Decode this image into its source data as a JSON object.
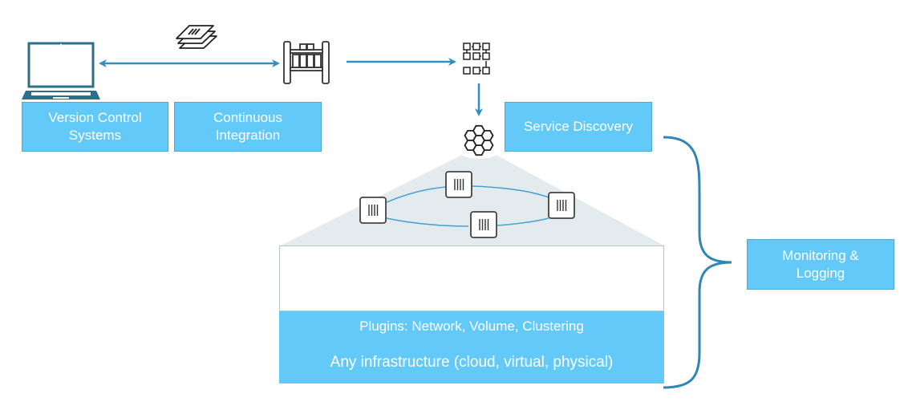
{
  "colors": {
    "box_fill": "#63c9f8",
    "box_border": "#4aa9d9",
    "arrow": "#2f8fc0",
    "brace": "#2f86b4",
    "icon_stroke": "#333333",
    "laptop": "#2d6e8e",
    "triangle_fill": "#e4ebef",
    "ring_line": "#4aa3cf"
  },
  "nodes": {
    "version_control": {
      "label": "Version Control\nSystems",
      "icon": "laptop-icon"
    },
    "continuous_integration": {
      "label": "Continuous\nIntegration",
      "icon": "shelf-rack-icon"
    },
    "service_discovery": {
      "label": "Service Discovery"
    },
    "monitoring_logging": {
      "label": "Monitoring &\nLogging"
    },
    "plugins": {
      "label": "Plugins:  Network, Volume, Clustering"
    },
    "infrastructure": {
      "label": "Any infrastructure (cloud, virtual, physical)"
    }
  },
  "icons": {
    "documents": "documents-stack-icon",
    "registry": "network-grid-icon",
    "orchestrator": "honeycomb-icon",
    "containers": [
      "container-icon",
      "container-icon",
      "container-icon",
      "container-icon"
    ],
    "engines": [
      "turbine-icon",
      "turbine-icon",
      "turbine-icon",
      "turbine-icon",
      "turbine-icon"
    ]
  },
  "edges": [
    {
      "from": "version_control",
      "to": "continuous_integration",
      "type": "bidirectional"
    },
    {
      "from": "continuous_integration",
      "to": "registry",
      "type": "directed"
    },
    {
      "from": "registry",
      "to": "orchestrator",
      "type": "directed"
    }
  ]
}
